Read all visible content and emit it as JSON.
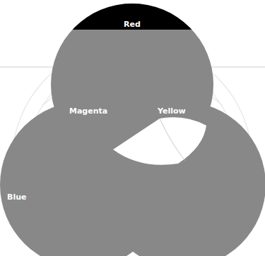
{
  "diagram": {
    "nodes": [
      {
        "text": [
          "Red"
        ]
      },
      {
        "text": [
          "Blue"
        ]
      }
    ],
    "labels": [
      "Magenta",
      "Yellow"
    ]
  }
}
